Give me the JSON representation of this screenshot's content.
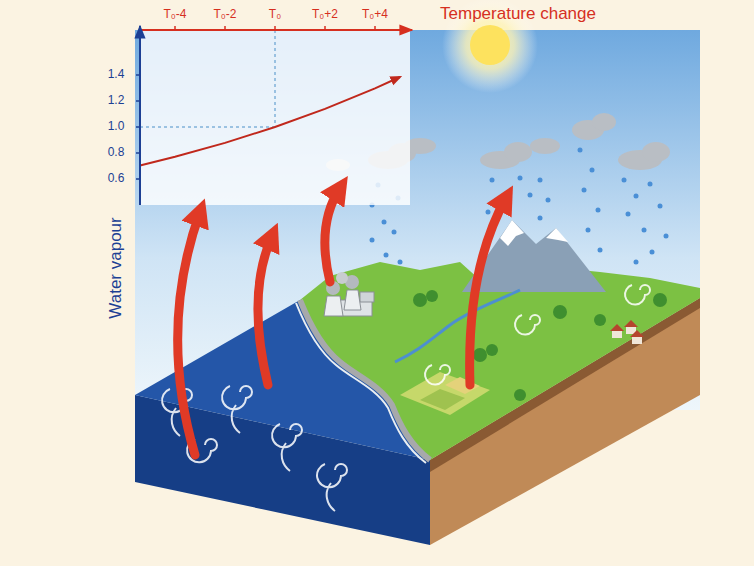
{
  "diagram": {
    "labels": [
      "T₀-4",
      "T₀-2",
      "T₀",
      "T₀+2",
      "T₀+4",
      "Temperature change",
      "1.4",
      "1.2",
      "1.0",
      "0.8",
      "0.6",
      "Water vapour"
    ]
  }
}
